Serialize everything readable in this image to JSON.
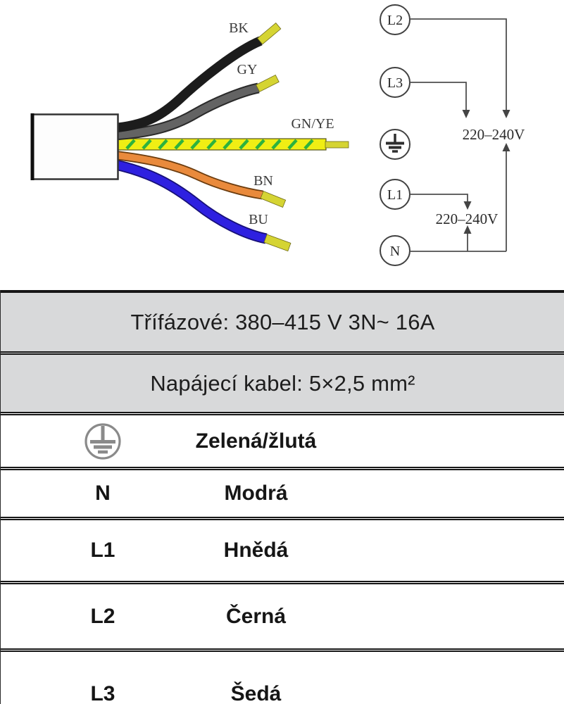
{
  "colors": {
    "header_bg": "#d8d9da",
    "border": "#161616",
    "wire_bk": "#1c1c1c",
    "wire_gy": "#636363",
    "wire_gy_outline": "#2a2a2a",
    "wire_gnye_yellow": "#f0ee14",
    "wire_gnye_green": "#2db23e",
    "wire_bn": "#e98a3c",
    "wire_bn_outline": "#6b3c0e",
    "wire_bu": "#2e20e0",
    "wire_bu_outline": "#171078",
    "wire_tip": "#d5d433",
    "ground_icon_gray": "#8a8a8a"
  },
  "diagram": {
    "wire_labels": {
      "bk": "BK",
      "gy": "GY",
      "gnye": "GN/YE",
      "bn": "BN",
      "bu": "BU"
    },
    "terminals": {
      "l2": "L2",
      "l3": "L3",
      "l1": "L1",
      "n": "N"
    },
    "voltage_l2_l3": "220–240V",
    "voltage_l1_n": "220–240V"
  },
  "table": {
    "header_phase": "Třífázové: 380–415 V 3N~ 16A",
    "header_cable": "Napájecí kabel: 5×2,5 mm²",
    "rows": [
      {
        "terminal": "",
        "wire_color": "Zelená/žlutá"
      },
      {
        "terminal": "N",
        "wire_color": "Modrá"
      },
      {
        "terminal": "L1",
        "wire_color": "Hnědá"
      },
      {
        "terminal": "L2",
        "wire_color": "Černá"
      },
      {
        "terminal": "L3",
        "wire_color": "Šedá"
      }
    ]
  }
}
